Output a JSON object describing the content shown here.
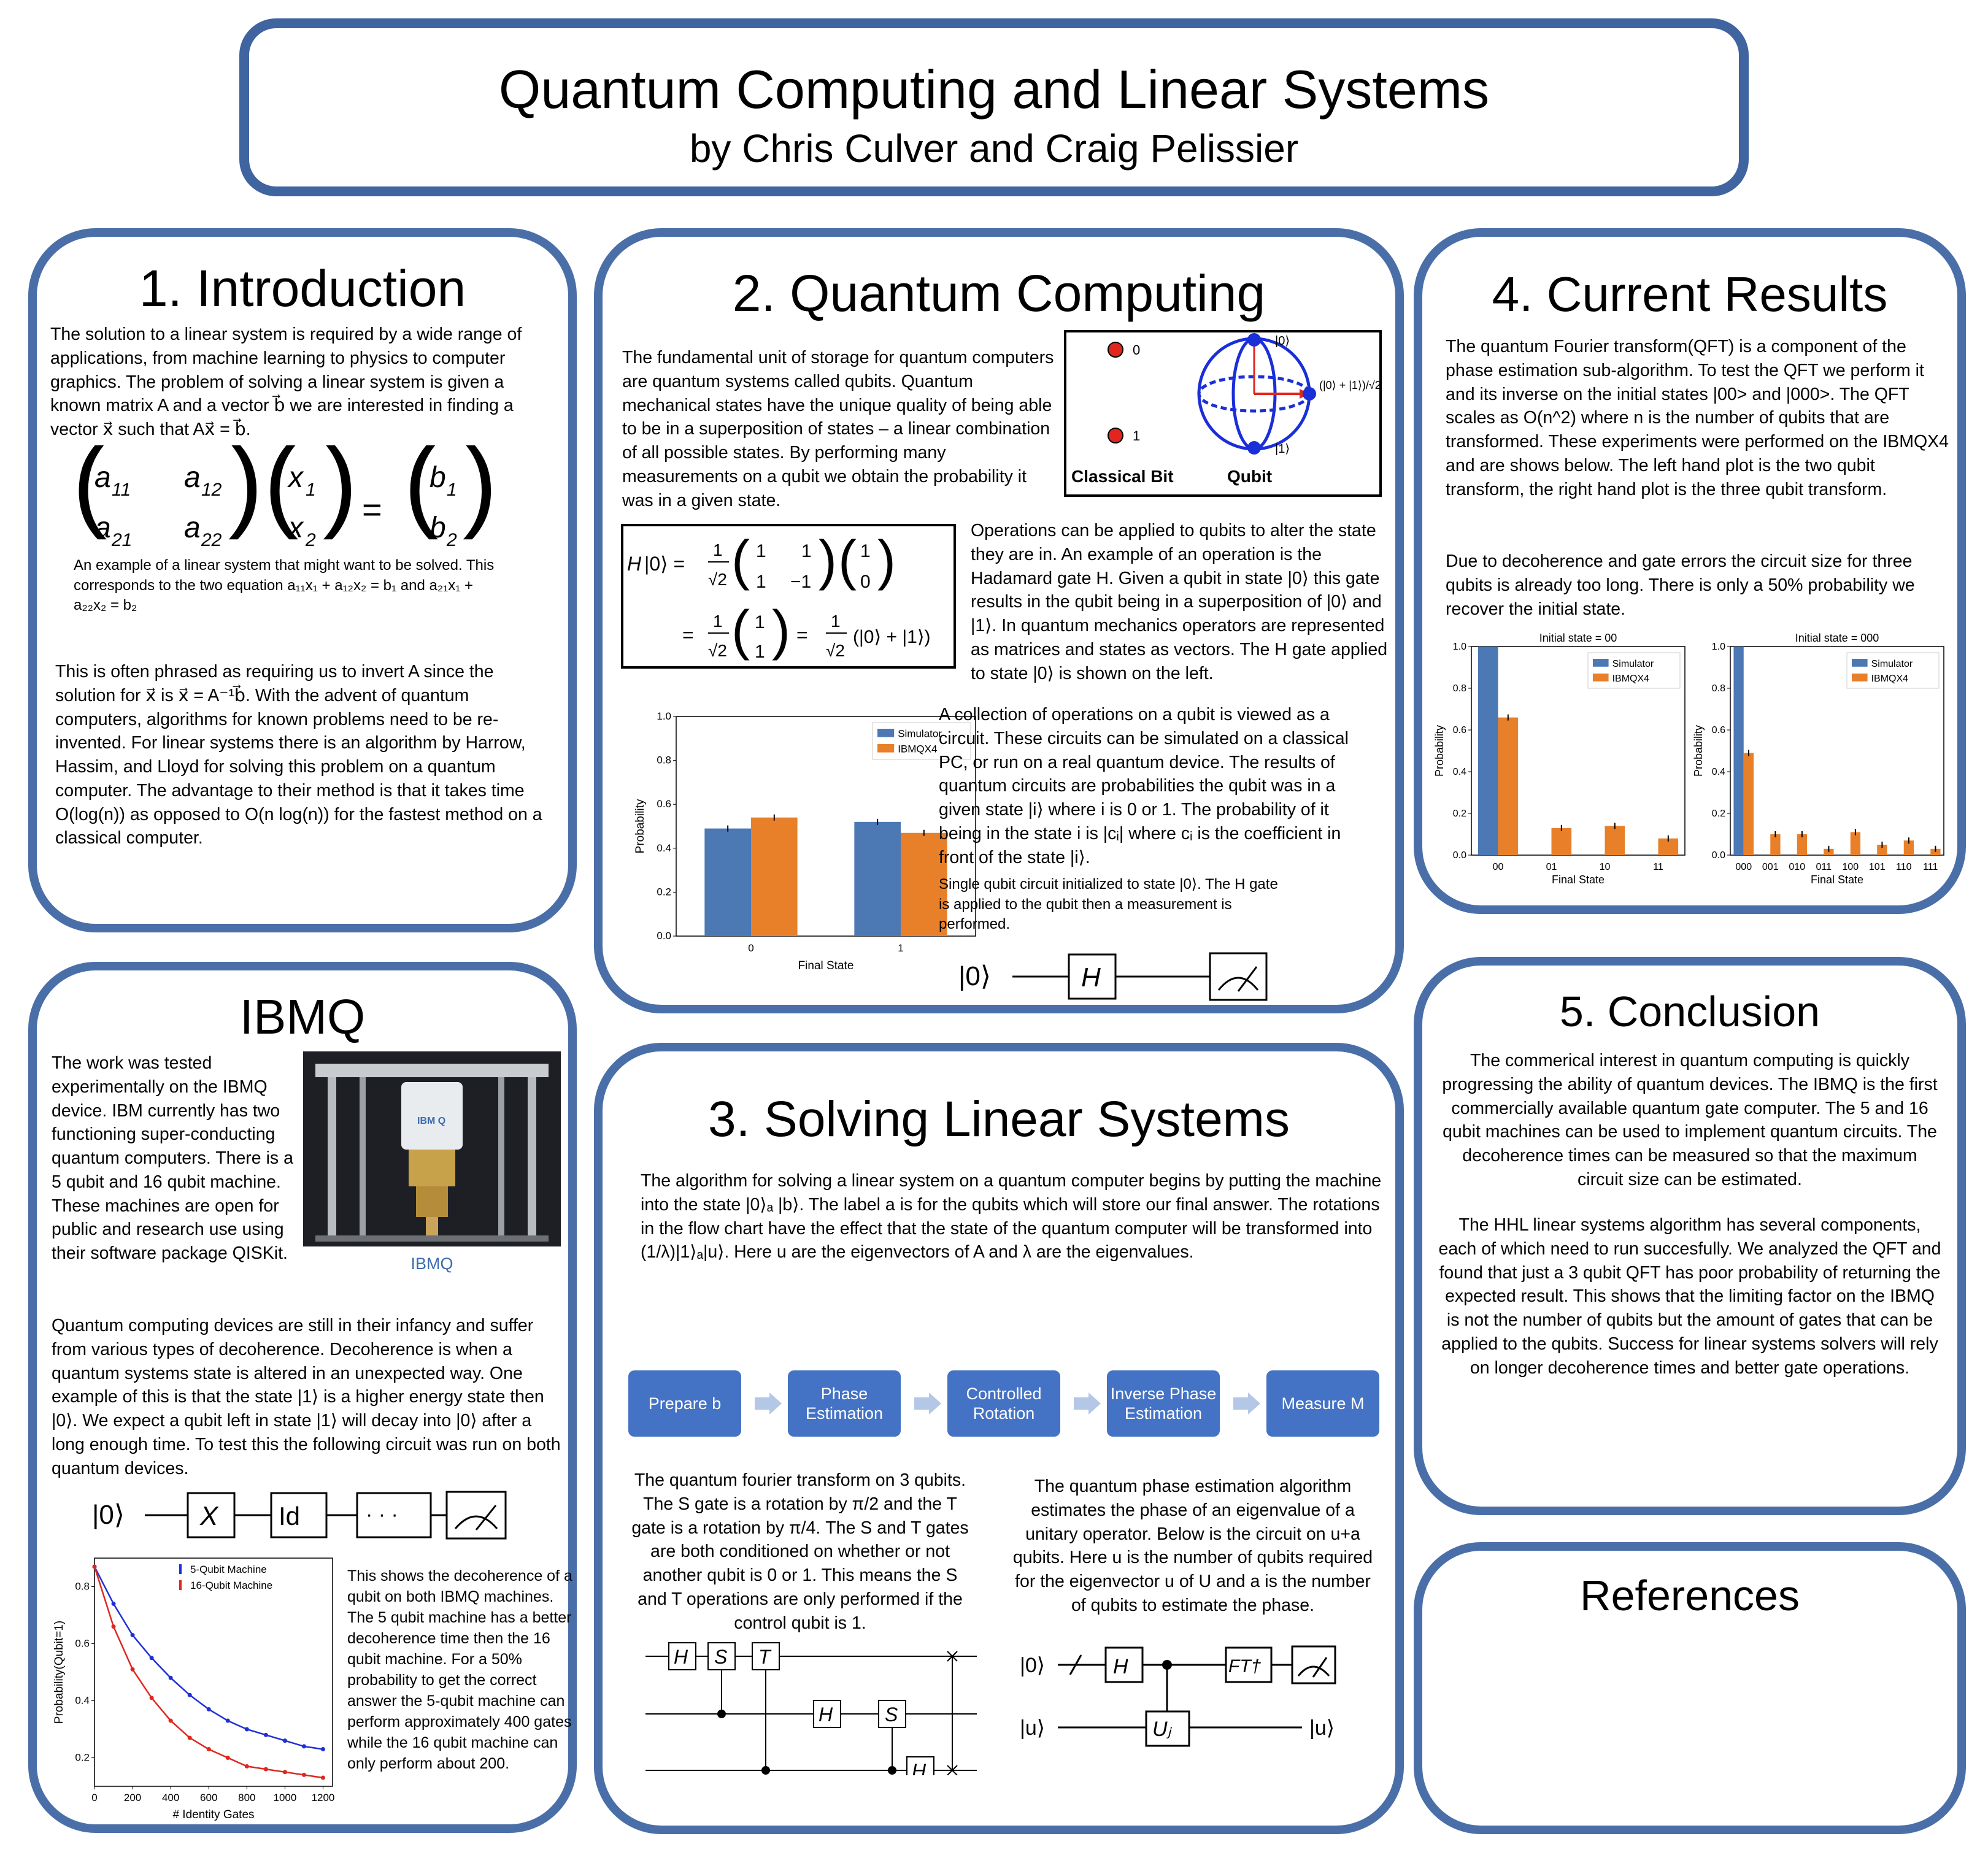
{
  "header": {
    "title": "Quantum Computing and Linear Systems",
    "authors": "by Chris Culver and Craig Pelissier"
  },
  "intro": {
    "heading": "1. Introduction",
    "p1": "The solution to a linear system is required by a wide range of applications, from machine learning to physics to computer graphics. The problem of solving a linear system is given a known matrix A and a vector b⃗ we are interested in finding a vector x⃗ such that Ax⃗ = b⃗.",
    "caption": "An example of a linear system that might want to be solved. This corresponds to the two equation a₁₁x₁ + a₁₂x₂ = b₁ and a₂₁x₁ + a₂₂x₂ = b₂",
    "p2": "This is often phrased as requiring us to invert A since the solution for x⃗ is x⃗ = A⁻¹b⃗. With the advent of quantum computers, algorithms for known problems need to be re-invented. For linear systems there is an algorithm by Harrow, Hassim, and Lloyd for solving this problem on a quantum computer. The advantage to their method is that it takes time O(log(n)) as opposed to O(n log(n)) for the fastest method on a classical computer."
  },
  "qc": {
    "heading": "2. Quantum Computing",
    "p1": "The fundamental unit of storage for quantum computers are quantum systems called qubits. Quantum mechanical states have the unique quality of being able to be in a superposition of states – a linear combination of all possible states. By performing many measurements on a qubit we obtain the probability it was in a given state.",
    "bit_label_0": "0",
    "bit_label_1": "1",
    "classical_label": "Classical Bit",
    "qubit_label": "Qubit",
    "ket0": "|0⟩",
    "ket1": "|1⟩",
    "super": "(|0⟩ + |1⟩)/√2",
    "p2": "Operations can be applied to qubits to alter the state they are in. An example of an operation is the Hadamard gate H. Given a qubit in state |0⟩ this gate results in the qubit being in a superposition of |0⟩ and |1⟩. In quantum mechanics operators are represented as matrices and states as vectors. The H gate applied to state |0⟩ is shown on the left.",
    "p3": "A collection of operations on a qubit is viewed as a circuit. These circuits can be simulated on a classical PC, or run on a real quantum device. The results of quantum circuits are probabilities the qubit was in a given state |i⟩ where i is 0 or 1. The probability of it being in the state i is |cᵢ| where cᵢ is the coefficient in front of the state |i⟩.",
    "caption": "Single qubit circuit initialized to state |0⟩. The H gate is applied to the qubit then a measurement is performed.",
    "circuit_in": "|0⟩",
    "gate_h": "H"
  },
  "results": {
    "heading": "4. Current Results",
    "p1": "The quantum Fourier transform(QFT) is a component of the phase estimation sub-algorithm. To test the QFT we perform it and its inverse on the initial states |00> and |000>. The QFT scales as O(n^2) where n is the number of qubits that are transformed. These experiments were performed on the IBMQX4 and are shows below. The left hand plot is the two qubit transform, the right hand plot is the three qubit transform.",
    "p2": "Due to decoherence and gate errors the circuit size for three qubits is already too long. There is only a 50% probability we recover the initial state."
  },
  "ibmq": {
    "heading": "IBMQ",
    "p1": "The work was tested experimentally on the IBMQ device. IBM currently has two functioning super-conducting quantum computers. There is a 5 qubit and 16 qubit machine. These machines are open for public and research use using their software package QISKit.",
    "photo_caption": "IBMQ",
    "photo_text": "IBM Q",
    "p2": "Quantum computing devices are still in their infancy and suffer from various types of decoherence. Decoherence is when a quantum systems state is altered in an unexpected way. One example of this is that the state |1⟩ is a higher energy state then |0⟩. We expect a qubit left in state |1⟩ will decay into |0⟩ after a long enough time. To test this the following circuit was run on both quantum devices.",
    "circuit_in": "|0⟩",
    "gate_x": "X",
    "gate_id": "Id",
    "gate_dots": "· · ·",
    "p3": "This shows the decoherence of a qubit on both IBMQ machines. The 5 qubit machine has a better decoherence time then the 16 qubit machine. For a 50% probability to get the correct answer the 5-qubit machine can perform approximately 400 gates while the 16 qubit machine can only perform about 200."
  },
  "solve": {
    "heading": "3. Solving Linear Systems",
    "p1": "The algorithm for solving a linear system on a quantum computer begins by putting the machine into the state |0⟩ₐ |b⟩. The label a is for the qubits which will store our final answer. The rotations in the flow chart have the effect that the state of the quantum computer will be transformed into (1/λ)|1⟩ₐ|u⟩. Here u are the eigenvectors of A and λ are the eigenvalues.",
    "flow": [
      "Prepare b",
      "Phase Estimation",
      "Controlled Rotation",
      "Inverse Phase Estimation",
      "Measure M"
    ],
    "p2": "The quantum fourier transform on 3 qubits. The S gate is a rotation by π/2 and the T gate is a rotation by π/4. The S and T gates are both conditioned on whether or not another qubit is 0 or 1. This means the S and T operations are only performed if the control qubit is 1.",
    "p3": "The quantum phase estimation algorithm estimates the phase of an eigenvalue of a unitary operator. Below is the circuit on u+a qubits. Here u is the number of qubits required for the eigenvector u of U and a is the number of qubits to estimate the phase.",
    "gates": {
      "h": "H",
      "s": "S",
      "t": "T",
      "ft": "FT†",
      "uj": "Uⱼ",
      "ket0": "|0⟩",
      "ketu": "|u⟩"
    }
  },
  "conclusion": {
    "heading": "5. Conclusion",
    "p1": "The commerical interest in quantum computing is quickly progressing the ability of quantum devices. The IBMQ is the first commercially available quantum gate computer. The 5 and 16 qubit machines can be used to implement quantum circuits. The decoherence times can be measured so that the maximum circuit size can be estimated.",
    "p2": "The HHL linear systems algorithm has several components, each of which need to run succesfully. We analyzed the QFT and found that just a 3 qubit QFT has poor probability of returning the expected result. This shows that the limiting factor on the IBMQ is not the number of qubits but the amount of gates that can be applied to the qubits. Success for linear systems solvers will rely on longer decoherence times and better gate operations."
  },
  "references": {
    "heading": "References"
  },
  "colors": {
    "border": "#4a6fa8",
    "simulator": "#4c78b4",
    "ibmqx4": "#e8802a",
    "blue_series": "#1f2fd8",
    "red_series": "#e0261e",
    "flow": "#4472c4"
  },
  "chart_data": [
    {
      "type": "bar",
      "id": "single-qubit",
      "categories": [
        "0",
        "1"
      ],
      "xlabel": "Final State",
      "ylabel": "Probability",
      "ylim": [
        0,
        1.0
      ],
      "series": [
        {
          "name": "Simulator",
          "values": [
            0.49,
            0.52
          ]
        },
        {
          "name": "IBMQX4",
          "values": [
            0.54,
            0.47
          ]
        }
      ],
      "legend": "top-right"
    },
    {
      "type": "bar",
      "id": "qft-2",
      "title": "Initial state = 00",
      "categories": [
        "00",
        "01",
        "10",
        "11"
      ],
      "xlabel": "Final State",
      "ylabel": "Probability",
      "ylim": [
        0,
        1.0
      ],
      "series": [
        {
          "name": "Simulator",
          "values": [
            1.0,
            0,
            0,
            0
          ]
        },
        {
          "name": "IBMQX4",
          "values": [
            0.66,
            0.13,
            0.14,
            0.08
          ]
        }
      ],
      "legend": "top-right"
    },
    {
      "type": "bar",
      "id": "qft-3",
      "title": "Initial state = 000",
      "categories": [
        "000",
        "001",
        "010",
        "011",
        "100",
        "101",
        "110",
        "111"
      ],
      "xlabel": "Final State",
      "ylabel": "Probability",
      "ylim": [
        0,
        1.0
      ],
      "series": [
        {
          "name": "Simulator",
          "values": [
            1.0,
            0,
            0,
            0,
            0,
            0,
            0,
            0
          ]
        },
        {
          "name": "IBMQX4",
          "values": [
            0.49,
            0.1,
            0.1,
            0.03,
            0.11,
            0.05,
            0.07,
            0.03
          ]
        }
      ],
      "legend": "top-right"
    },
    {
      "type": "scatter",
      "id": "decoherence",
      "xlabel": "# Identity Gates",
      "ylabel": "Probability(Qubit=1)",
      "xlim": [
        0,
        1250
      ],
      "ylim": [
        0.1,
        0.9
      ],
      "series": [
        {
          "name": "5-Qubit Machine",
          "x": [
            0,
            100,
            200,
            300,
            400,
            500,
            600,
            700,
            800,
            900,
            1000,
            1100,
            1200
          ],
          "y": [
            0.87,
            0.74,
            0.63,
            0.55,
            0.48,
            0.42,
            0.37,
            0.33,
            0.3,
            0.28,
            0.26,
            0.24,
            0.23
          ]
        },
        {
          "name": "16-Qubit Machine",
          "x": [
            0,
            100,
            200,
            300,
            400,
            500,
            600,
            700,
            800,
            900,
            1000,
            1100,
            1200
          ],
          "y": [
            0.87,
            0.66,
            0.51,
            0.41,
            0.33,
            0.27,
            0.23,
            0.2,
            0.17,
            0.16,
            0.15,
            0.14,
            0.13
          ]
        }
      ],
      "legend": "top-right"
    }
  ]
}
